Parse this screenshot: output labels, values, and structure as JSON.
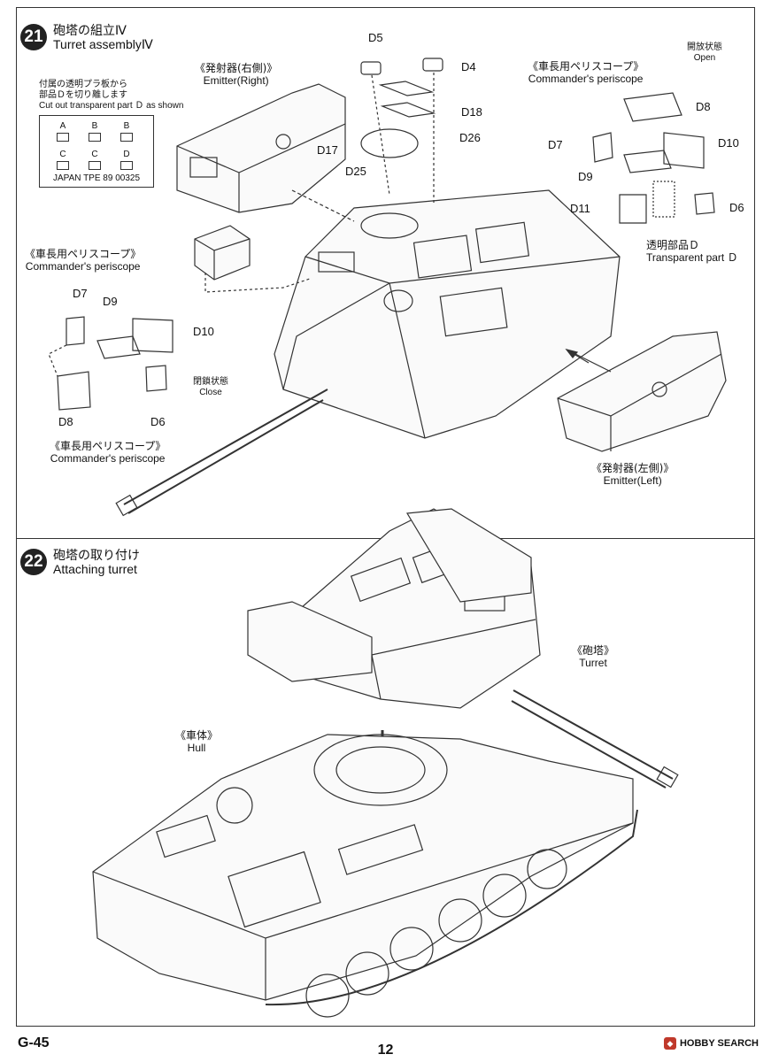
{
  "step21": {
    "number": "21",
    "title_jp": "砲塔の組立Ⅳ",
    "title_en": "Turret assemblyⅣ"
  },
  "step22": {
    "number": "22",
    "title_jp": "砲塔の取り付け",
    "title_en": "Attaching turret"
  },
  "note_cut": {
    "jp1": "付属の透明プラ板から",
    "jp2": "部品Ｄを切り離します",
    "en": "Cut out transparent part Ｄ as shown"
  },
  "part_sheet": {
    "cells": [
      "A",
      "B",
      "B",
      "C",
      "C",
      "D"
    ],
    "code": "JAPAN TPE 89 00325"
  },
  "labels": {
    "emitter_right_jp": "《発射器(右側)》",
    "emitter_right_en": "Emitter(Right)",
    "emitter_left_jp": "《発射器(左側)》",
    "emitter_left_en": "Emitter(Left)",
    "periscope_jp": "《車長用ペリスコープ》",
    "periscope_en": "Commander's periscope",
    "open_jp": "開放状態",
    "open_en": "Open",
    "close_jp": "閉鎖状態",
    "close_en": "Close",
    "transparent_jp": "透明部品Ｄ",
    "transparent_en": "Transparent part Ｄ",
    "turret_jp": "《砲塔》",
    "turret_en": "Turret",
    "hull_jp": "《車体》",
    "hull_en": "Hull"
  },
  "parts": {
    "d4": "D4",
    "d5": "D5",
    "d6": "D6",
    "d7": "D7",
    "d8": "D8",
    "d9": "D9",
    "d10": "D10",
    "d11": "D11",
    "d17": "D17",
    "d18": "D18",
    "d25": "D25",
    "d26": "D26"
  },
  "footer": {
    "code": "G-45",
    "page": "12",
    "watermark": "HOBBY SEARCH"
  }
}
